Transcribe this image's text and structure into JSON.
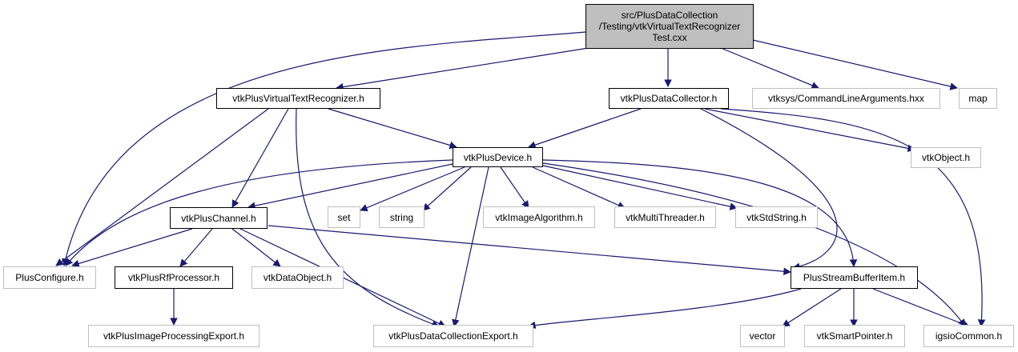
{
  "nodes": {
    "root": "src/PlusDataCollection\n/Testing/vtkVirtualTextRecognizer\nTest.cxx",
    "vtr": "vtkPlusVirtualTextRecognizer.h",
    "dc": "vtkPlusDataCollector.h",
    "cla": "vtksys/CommandLineArguments.hxx",
    "map": "map",
    "dev": "vtkPlusDevice.h",
    "obj": "vtkObject.h",
    "chan": "vtkPlusChannel.h",
    "set": "set",
    "string": "string",
    "ia": "vtkImageAlgorithm.h",
    "mt": "vtkMultiThreader.h",
    "ss": "vtkStdString.h",
    "pc": "PlusConfigure.h",
    "rf": "vtkPlusRfProcessor.h",
    "do": "vtkDataObject.h",
    "sbi": "PlusStreamBufferItem.h",
    "ipe": "vtkPlusImageProcessingExport.h",
    "dce": "vtkPlusDataCollectionExport.h",
    "vec": "vector",
    "sp": "vtkSmartPointer.h",
    "igsio": "igsioCommon.h"
  },
  "colors": {
    "edge": "#191970",
    "node_border": "#000000",
    "ext_border": "#bfbfbf",
    "root_fill": "#bfbfbf"
  }
}
